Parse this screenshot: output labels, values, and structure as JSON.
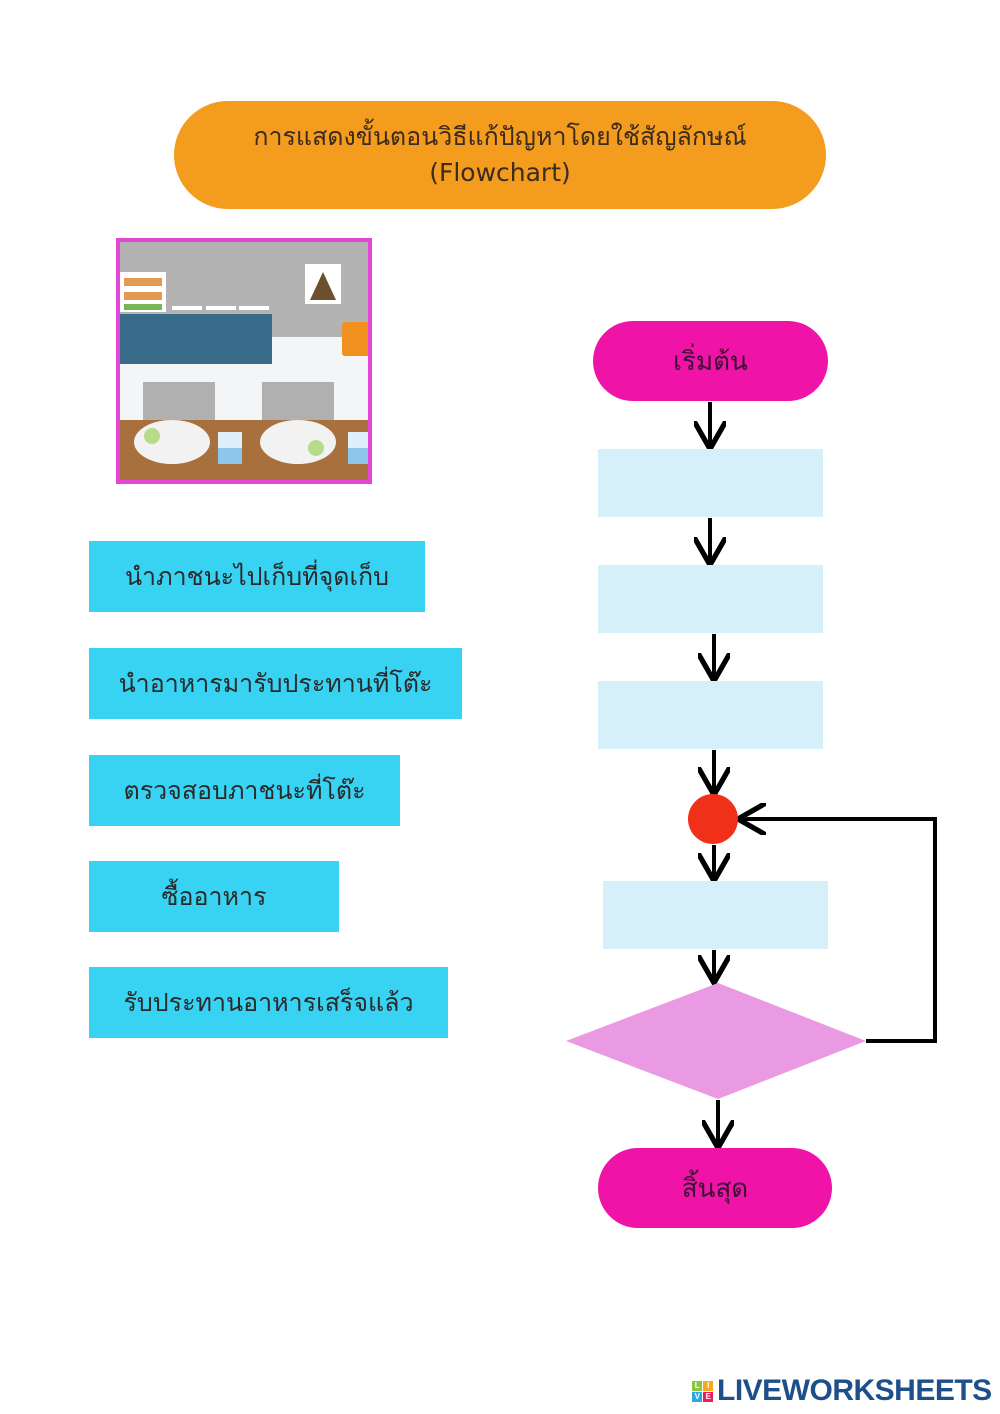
{
  "title": {
    "line1": "การแสดงขั้นตอนวิธีแก้ปัญหาโดยใช้สัญลักษณ์",
    "line2": "(Flowchart)"
  },
  "options": [
    {
      "label": "นำภาชนะไปเก็บที่จุดเก็บ"
    },
    {
      "label": "นำอาหารมารับประทานที่โต๊ะ"
    },
    {
      "label": "ตรวจสอบภาชนะที่โต๊ะ"
    },
    {
      "label": "ซื้ออาหาร"
    },
    {
      "label": "รับประทานอาหารเสร็จแล้ว"
    }
  ],
  "flowchart": {
    "start": "เริ่มต้น",
    "end": "สิ้นสุด"
  },
  "colors": {
    "title": "#f39c1e",
    "option": "#38d2f2",
    "terminal": "#f013a8",
    "process": "#d5f0f8",
    "connector": "#f03018",
    "decision": "#ea9ae2"
  },
  "logo": {
    "text": "LIVEWORKSHEETS"
  }
}
